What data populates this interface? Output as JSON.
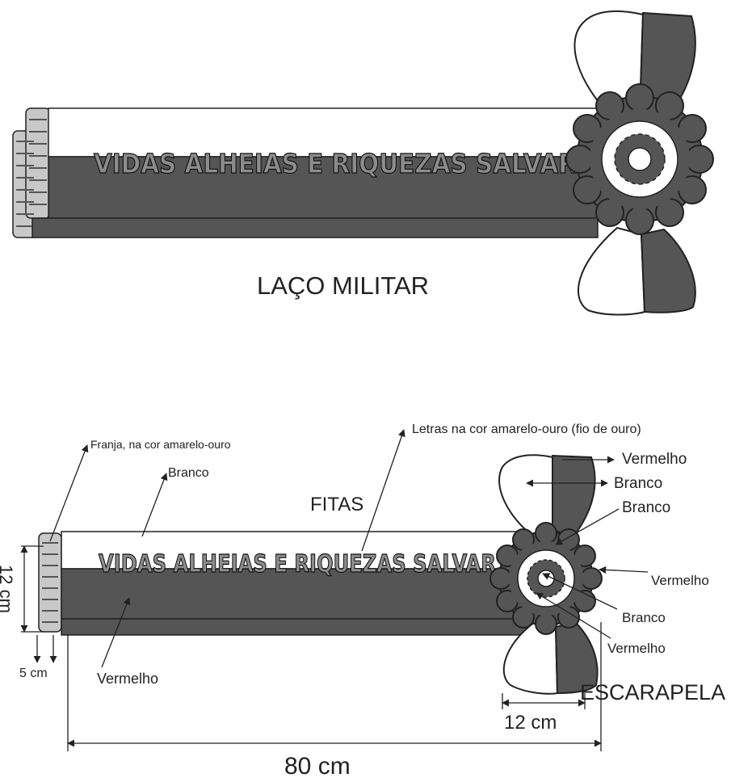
{
  "colors": {
    "dark": "#555555",
    "white": "#ffffff",
    "outline": "#222222",
    "fringe": "#bdbdbd"
  },
  "top_figure": {
    "motto": "VIDAS ALHEIAS E RIQUEZAS SALVAR",
    "caption": "LAÇO MILITAR"
  },
  "bottom_figure": {
    "motto": "VIDAS ALHEIAS E RIQUEZAS SALVAR",
    "labels": {
      "franja": "Franja, na cor amarelo-ouro",
      "branco_fita": "Branco",
      "letras": "Letras na cor amarelo-ouro (fio de ouro)",
      "vermelho_1": "Vermelho",
      "branco_2": "Branco",
      "branco_3": "Branco",
      "vermelho_2": "Vermelho",
      "branco_4": "Branco",
      "vermelho_3": "Vermelho",
      "fitas": "FITAS",
      "vermelho_fita": "Vermelho",
      "escarapela": "ESCARAPELA"
    },
    "dimensions": {
      "height": "12 cm",
      "fringe_width": "5 cm",
      "rosette_width": "12 cm",
      "total_length": "80 cm"
    }
  }
}
